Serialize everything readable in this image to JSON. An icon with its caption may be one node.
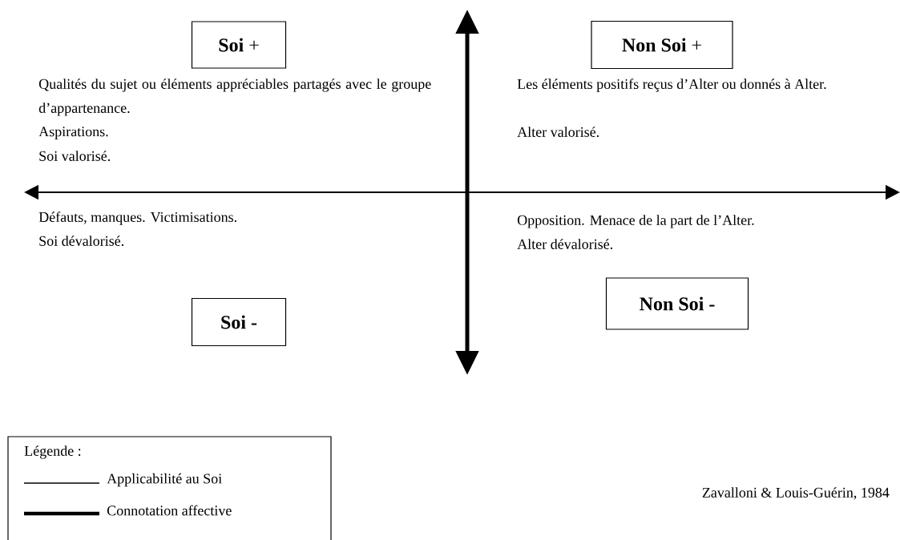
{
  "diagram": {
    "nodes": [
      {
        "text": [
          "**Soi** +"
        ]
      },
      {
        "text": [
          "**Non Soi** +"
        ]
      },
      {
        "text": [
          "Soi -"
        ]
      },
      {
        "text": [
          "Non Soi -"
        ]
      }
    ],
    "labels": [
      "Qualités du sujet ou éléments appréciables partagés avec le groupe d’appartenance.",
      "Aspirations.",
      "Soi valorisé.",
      "Les éléments positifs reçus d’Alter ou donnés à Alter.",
      "Alter valorisé.",
      "Défauts, manques. Victimisations.",
      "Soi dévalorisé.",
      "Opposition. Menace de la part de l’Alter.",
      "Alter dévalorisé.",
      "Légende :",
      "Zavalloni & Louis-Guérin, 1984"
    ],
    "legend": [
      {
        "text": "Applicabilité au Soi"
      },
      {
        "text": "Connotation affective"
      }
    ]
  }
}
